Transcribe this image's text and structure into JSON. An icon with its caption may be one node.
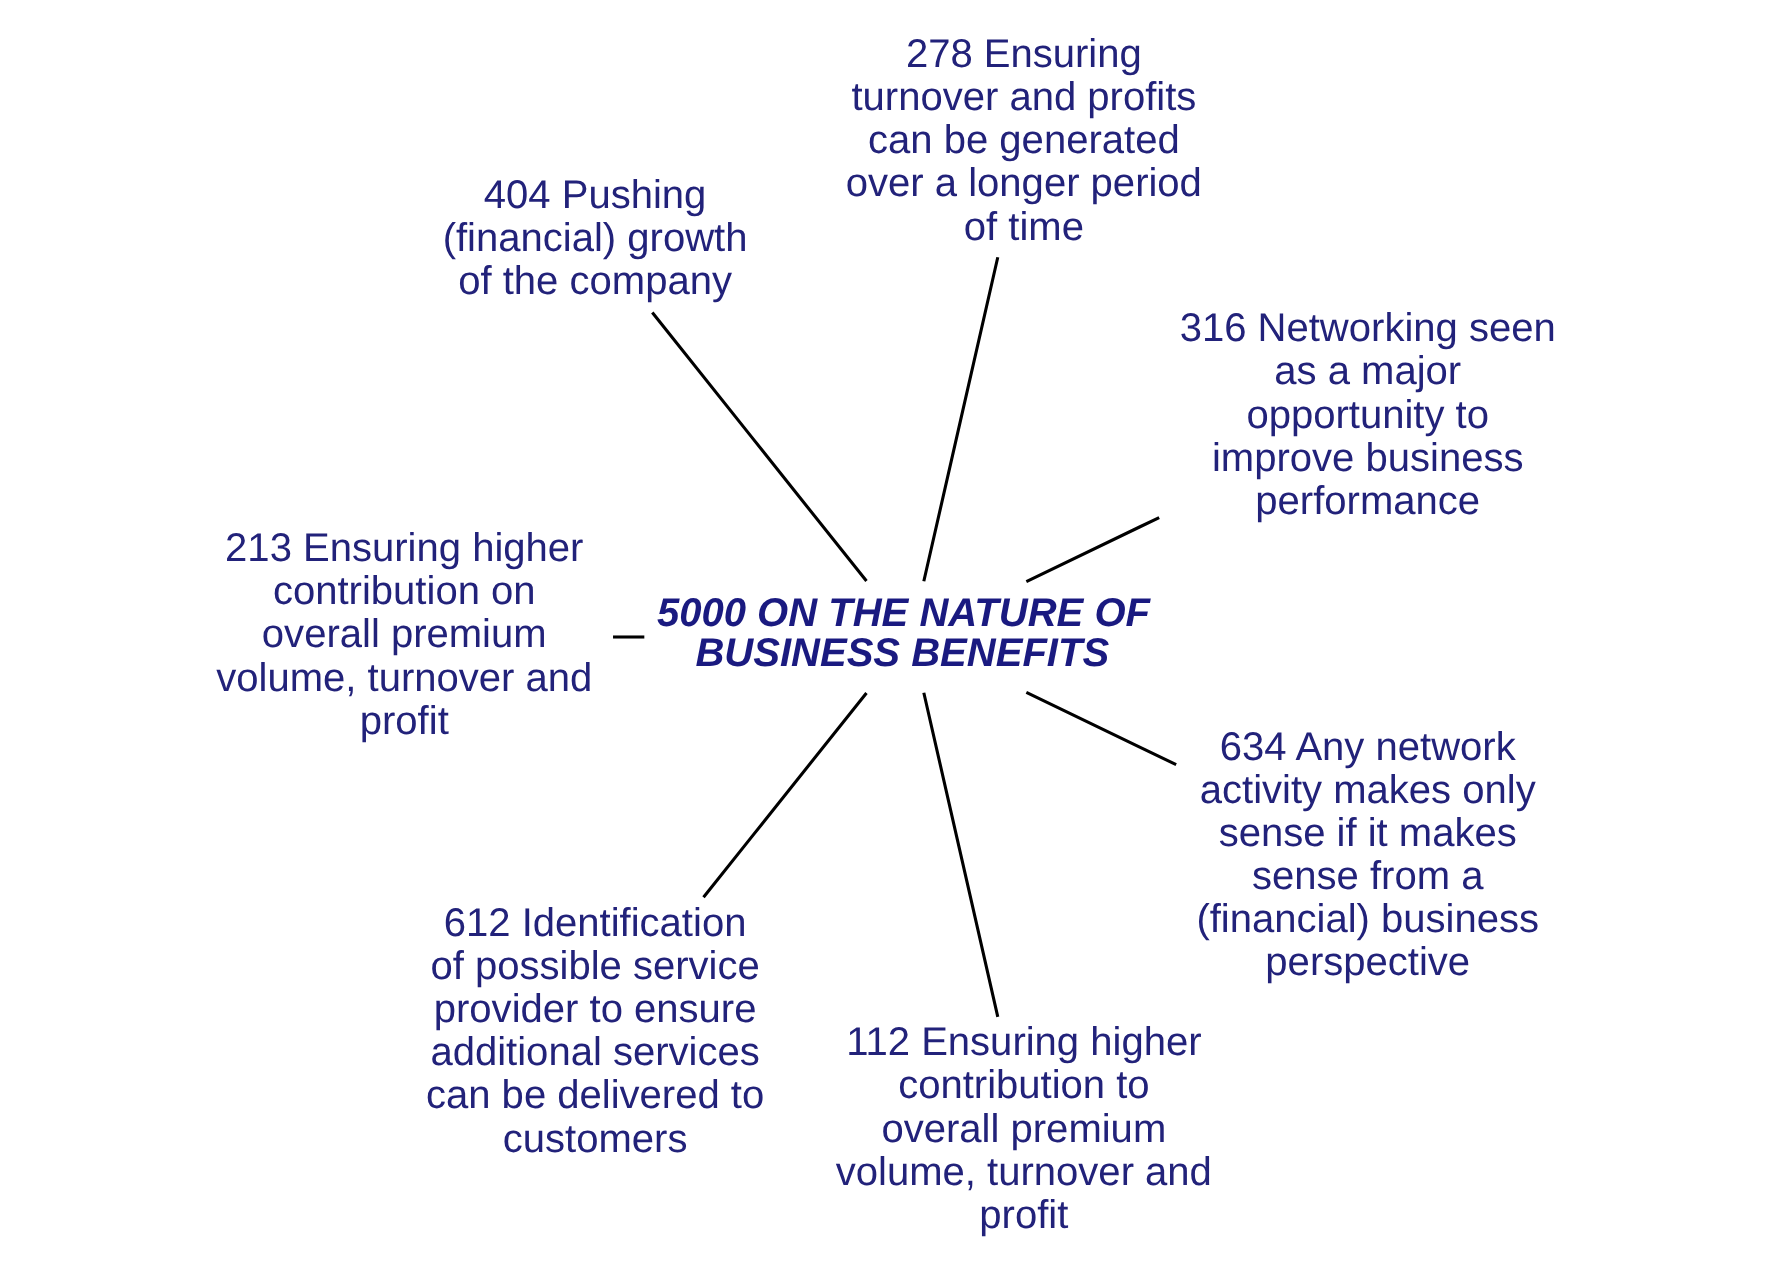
{
  "diagram": {
    "nodes": [
      {
        "text": [
          "316 Networking seen as a major opportunity to improve business performance"
        ]
      },
      {
        "text": [
          "278 Ensuring turnover and profits can be generated over a longer period of time"
        ]
      },
      {
        "text": [
          "404 Pushing (financial) growth of the company"
        ]
      },
      {
        "text": [
          "213 Ensuring higher contribution on overall premium volume, turnover and profit"
        ]
      },
      {
        "text": [
          "5000 ON THE NATURE OF BUSINESS BENEFITS"
        ]
      },
      {
        "text": [
          "612 Identification of possible service provider to ensure additional services can be delivered to customers"
        ]
      },
      {
        "text": [
          "112 Ensuring higher contribution to overall premium volume, turnover and profit"
        ]
      },
      {
        "text": [
          "634 Any network activity makes only sense if it makes sense from a (financial) business perspective"
        ]
      }
    ],
    "edges": [
      {
        "from": 4,
        "to": 0,
        "arrow": "none"
      },
      {
        "from": 4,
        "to": 1,
        "arrow": "none"
      },
      {
        "from": 4,
        "to": 2,
        "arrow": "none"
      },
      {
        "from": 4,
        "to": 3,
        "arrow": "none"
      },
      {
        "from": 4,
        "to": 5,
        "arrow": "none"
      },
      {
        "from": 4,
        "to": 6,
        "arrow": "none"
      },
      {
        "from": 4,
        "to": 7,
        "arrow": "none"
      }
    ]
  }
}
